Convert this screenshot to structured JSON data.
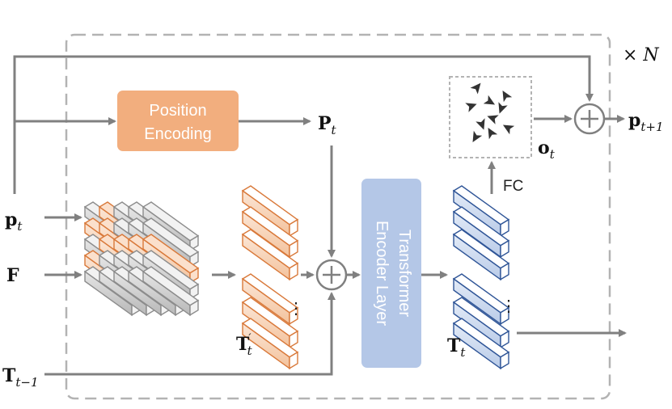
{
  "repeat_label": "× N",
  "inputs": {
    "p_t": {
      "main": "p",
      "sub": "t"
    },
    "F": {
      "main": "F"
    },
    "T_prev": {
      "main": "T",
      "sub": "t−1"
    }
  },
  "position_encoding": {
    "line1": "Position",
    "line2": "Encoding"
  },
  "P_t": {
    "main": "P",
    "sub": "t"
  },
  "transformer": {
    "line1": "Transformer",
    "line2": "Encoder Layer"
  },
  "T_prime": {
    "main": "T",
    "sub": "t",
    "sup": "′"
  },
  "T_t": {
    "main": "T",
    "sub": "t"
  },
  "o_t": {
    "main": "o",
    "sub": "t"
  },
  "fc_label": "FC",
  "output": {
    "main": "p",
    "sub": "t+1"
  },
  "ellipsis": "⋮",
  "colors": {
    "orange": "#D9793A",
    "orange_fill": "#F9DCC6",
    "pos_box": "#F2AE7E",
    "transformer_box": "#B4C7E7",
    "blue": "#2F5597",
    "blue_fill": "#DAE3F3",
    "gray_line": "#808080",
    "dashed": "#B3B3B3"
  }
}
